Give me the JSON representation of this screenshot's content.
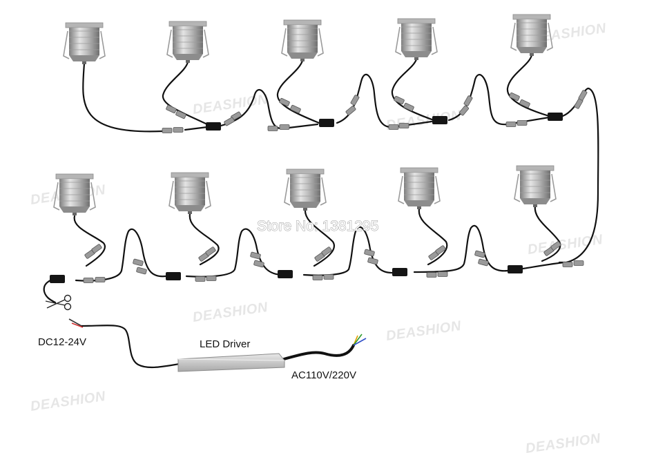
{
  "labels": {
    "dc": "DC12-24V",
    "driver": "LED Driver",
    "ac": "AC110V/220V",
    "store": "Store No: 1381295"
  },
  "watermark": "DEASHION",
  "colors": {
    "wire": "#111111",
    "lamp_light": "#d9d9d9",
    "lamp_dark": "#8c8c8c",
    "driver_body": "#cfcfcf",
    "ac_wire_colors": [
      "#e0a000",
      "#2a9a2a",
      "#3050c8"
    ],
    "dc_tip": "#d03030"
  },
  "icons": [
    "downlight-lamp-icon",
    "wire-connector-icon",
    "splitter-icon",
    "scissors-icon",
    "led-driver-icon"
  ]
}
